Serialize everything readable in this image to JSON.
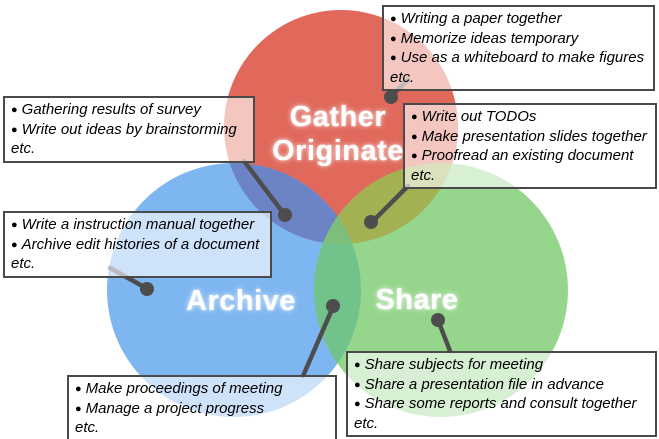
{
  "venn": {
    "labels": {
      "gather_line1": "Gather",
      "gather_line2": "Originate",
      "archive": "Archive",
      "share": "Share"
    },
    "colors": {
      "gather": "#E0695B",
      "archive": "#7EB6F1",
      "share": "#96D68C",
      "gather_archive": "#6C84C6",
      "gather_share": "#A3B152",
      "archive_share": "#72C28C",
      "center": "#7DBE7D",
      "connector": "#4D4D4D"
    }
  },
  "ui": {
    "bullet": "●"
  },
  "callouts": {
    "gather_top": {
      "items": [
        "Writing a paper together",
        "Memorize ideas temporary",
        "Use as a whiteboard to make figures"
      ],
      "footer": "etc."
    },
    "gather_left": {
      "items": [
        "Gathering results of survey",
        "Write out ideas by brainstorming"
      ],
      "footer": "etc."
    },
    "gather_share_right": {
      "items": [
        "Write out TODOs",
        "Make presentation slides together",
        "Proofread an existing document"
      ],
      "footer": "etc."
    },
    "archive_left": {
      "items": [
        "Write a instruction manual together",
        "Archive edit histories of a document"
      ],
      "footer": "etc."
    },
    "archive_share_bottom": {
      "items": [
        "Make proceedings of meeting",
        "Manage a project progress"
      ],
      "footer": "etc."
    },
    "share_bottom": {
      "items": [
        "Share subjects for meeting",
        "Share a presentation file in advance",
        "Share some reports and consult together"
      ],
      "footer": "etc."
    }
  }
}
